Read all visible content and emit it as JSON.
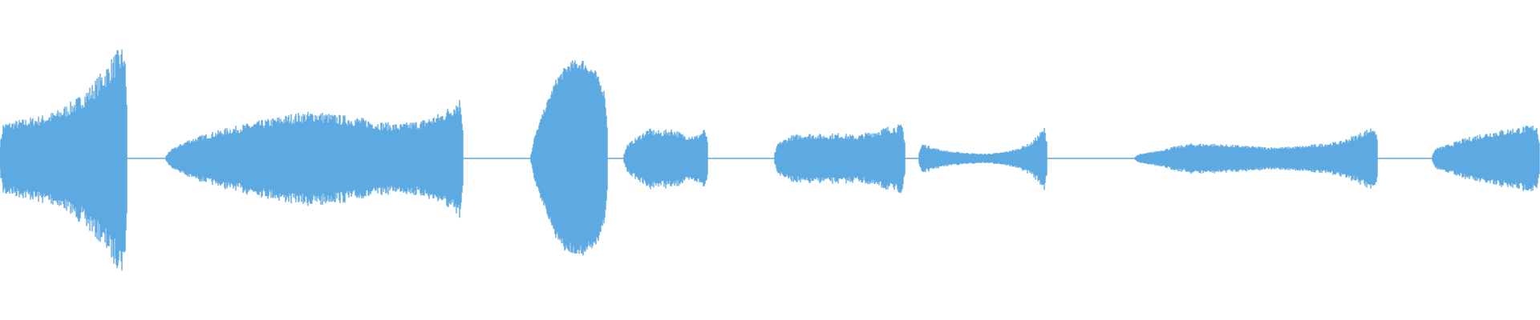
{
  "waveform": {
    "color": "#5DA9E2",
    "background": "#ffffff",
    "segments": [
      {
        "start": 0.0,
        "end": 0.083,
        "shape": "swell",
        "envelope": [
          0.3,
          0.32,
          0.34,
          0.36,
          0.38,
          0.42,
          0.48,
          0.55,
          0.65,
          0.78,
          0.92,
          1.0
        ]
      },
      {
        "start": 0.108,
        "end": 0.301,
        "shape": "body",
        "envelope": [
          0.05,
          0.16,
          0.22,
          0.27,
          0.31,
          0.35,
          0.39,
          0.41,
          0.38,
          0.36,
          0.32,
          0.3,
          0.33,
          0.4,
          0.55
        ]
      },
      {
        "start": 0.345,
        "end": 0.395,
        "shape": "burst",
        "envelope": [
          0.1,
          0.45,
          0.75,
          0.9,
          0.92,
          0.82,
          0.55
        ]
      },
      {
        "start": 0.405,
        "end": 0.46,
        "shape": "body",
        "envelope": [
          0.1,
          0.18,
          0.26,
          0.24,
          0.26,
          0.21,
          0.2,
          0.28
        ]
      },
      {
        "start": 0.503,
        "end": 0.588,
        "shape": "body",
        "envelope": [
          0.12,
          0.2,
          0.22,
          0.21,
          0.22,
          0.2,
          0.24,
          0.28,
          0.3
        ]
      },
      {
        "start": 0.597,
        "end": 0.68,
        "shape": "tail",
        "envelope": [
          0.14,
          0.09,
          0.06,
          0.05,
          0.04,
          0.05,
          0.08,
          0.14,
          0.3
        ]
      },
      {
        "start": 0.737,
        "end": 0.895,
        "shape": "body",
        "envelope": [
          0.03,
          0.06,
          0.1,
          0.13,
          0.13,
          0.12,
          0.11,
          0.1,
          0.1,
          0.11,
          0.13,
          0.15,
          0.22,
          0.3
        ]
      },
      {
        "start": 0.93,
        "end": 1.0,
        "shape": "swell",
        "envelope": [
          0.08,
          0.12,
          0.17,
          0.21,
          0.24,
          0.26,
          0.28,
          0.3
        ]
      }
    ],
    "hairline_amplitude": 0.006
  }
}
